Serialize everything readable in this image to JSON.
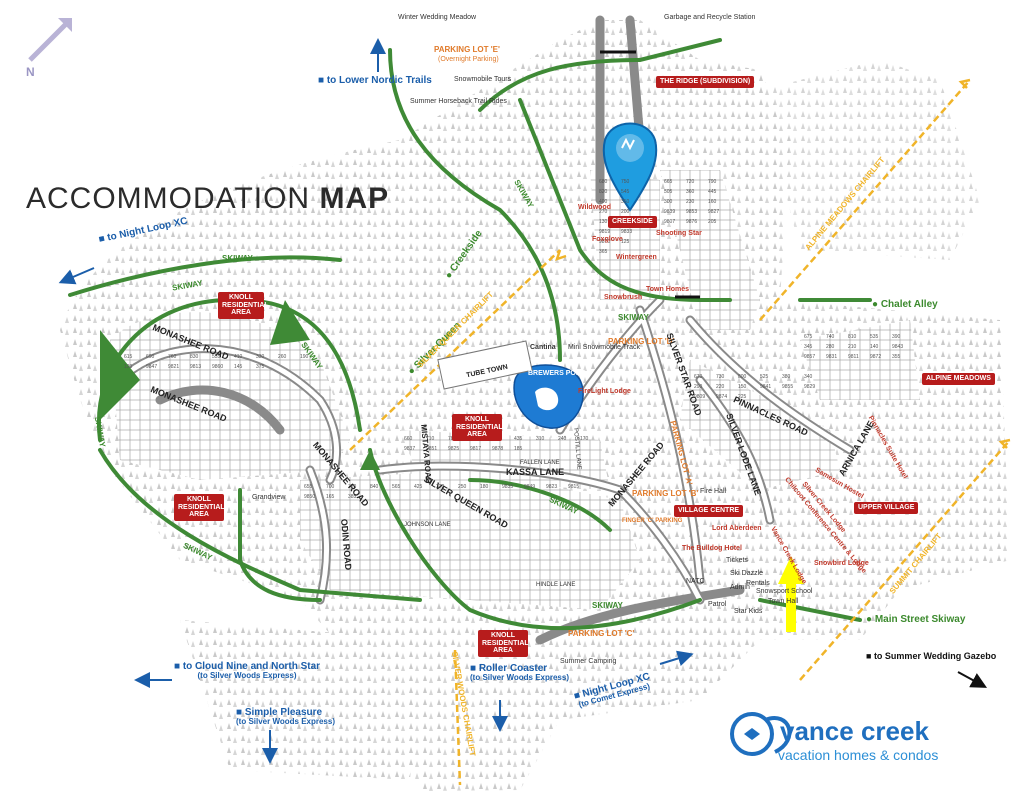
{
  "title": {
    "regular": "ACCOMMODATION",
    "bold": "MAP"
  },
  "compass": "N",
  "logo": {
    "line1": "vance creek",
    "line2": "vacation homes & condos"
  },
  "colors": {
    "skiway": "#3f8a36",
    "road": "#555555",
    "accent_red": "#b71c1c",
    "chairlift": "#f0b429",
    "blue": "#1b5eaa",
    "arrow_yellow": "#ffff00"
  },
  "subdivision_boxes": {
    "ridge": "THE RIDGE (SUBDIVISION)",
    "creekside": "CREEKSIDE",
    "alpine_meadows": "ALPINE MEADOWS",
    "village_centre": "VILLAGE CENTRE",
    "upper_village": "UPPER VILLAGE",
    "knoll_1": "KNOLL RESIDENTIAL AREA",
    "knoll_2": "KNOLL RESIDENTIAL AREA",
    "knoll_3": "KNOLL RESIDENTIAL AREA",
    "knoll_4": "KNOLL RESIDENTIAL AREA"
  },
  "parking": {
    "e": "PARKING LOT 'E'",
    "e_note": "(Overnight Parking)",
    "d": "PARKING LOT 'D'",
    "a": "PARKING LOT 'A'",
    "b": "PARKING LOT 'B'",
    "c": "PARKING LOT 'C'",
    "finger_c": "FINGER 'C' PARKING"
  },
  "skiway_labels": {
    "s1": "SKIWAY",
    "s2": "SKIWAY",
    "s3": "SKIWAY",
    "s4": "SKIWAY",
    "s5": "SKIWAY",
    "s6": "SKIWAY",
    "s7": "SKIWAY",
    "s8": "SKIWAY",
    "s9": "SKIWAY"
  },
  "trail_labels": {
    "creekside": "Creekside",
    "silver_queen": "Silver Queen",
    "chalet_alley": "Chalet Alley",
    "main_street_skiway": "Main Street Skiway"
  },
  "chairlifts": {
    "silver_queen": "SILVER QUEEN CHAIRLIFT",
    "alpine_meadows": "ALPINE MEADOWS CHAIRLIFT",
    "summit": "SUMMIT CHAIRLIFT",
    "silver_woods": "SILVER WOODS CHAIRLIFT"
  },
  "roads": {
    "monashee_1": "MONASHEE ROAD",
    "monashee_2": "MONASHEE ROAD",
    "monashee_3": "MONASHEE ROAD",
    "monashee_4": "MONASHEE ROAD",
    "silver_star": "SILVER STAR ROAD",
    "silver_lode": "SILVER LODE LANE",
    "pinnacles": "PINNACLES ROAD",
    "arnica": "ARNICA LANE",
    "kassa": "KASSA LANE",
    "silver_queen_road": "SILVER QUEEN ROAD",
    "odin": "ODIN ROAD",
    "mistaya": "MISTAYA ROAD",
    "tube_town": "TUBE TOWN",
    "brewers_pond": "BREWERS POND"
  },
  "directions": {
    "lower_nordic": "to Lower Nordic Trails",
    "night_loop": "to Night Loop XC",
    "cloud_nine": "to Cloud Nine and North Star",
    "cloud_nine_note": "(to Silver Woods Express)",
    "simple_pleasure": "Simple Pleasure",
    "simple_pleasure_note": "(to Silver Woods Express)",
    "roller_coaster": "Roller Coaster",
    "roller_coaster_note": "(to Silver Woods Express)",
    "night_loop_2": "Night Loop XC",
    "night_loop_2_note": "(to Comet Express)",
    "summer_gazebo": "to Summer Wedding Gazebo"
  },
  "places": {
    "winter_wedding": "Winter Wedding Meadow",
    "garbage": "Garbage and Recycle Station",
    "snowmobile_tours": "Snowmobile Tours",
    "horseback": "Summer Horseback Trail Rides",
    "wildwood": "Wildwood",
    "foxglove": "Foxglove",
    "shooting_star": "Shooting Star",
    "wintergreen": "Wintergreen",
    "snowbrush": "Snowbrush",
    "town_homes": "Town Homes",
    "cantina": "Cantina",
    "mini_snowmobile": "Mini Snowmobile Track",
    "firelight": "FireLight Lodge",
    "grandview": "Grandview",
    "lord_aberdeen": "Lord Aberdeen",
    "bulldog": "The Bulldog Hotel",
    "vance_creek_lodge": "Vance Creek Lodge",
    "chilcoot": "Chilcoot Conference Centre & Lodge",
    "silver_creek": "Silver Creek Lodge",
    "samesun": "Samesun Hostel",
    "pinnacles_suite": "Pinnacles Suite Hotel",
    "snowbird": "Snowbird Lodge",
    "fire_hall": "Fire Hall",
    "tickets": "Tickets",
    "ski_dazzle": "Ski Dazzle",
    "rentals": "Rentals",
    "snowsport": "Snowsport School",
    "town_hall": "Town Hall",
    "admin": "Admin",
    "natc": "NATC",
    "patrol": "Patrol",
    "star_kids": "Star Kids",
    "summer_camping": "Summer Camping",
    "johnson_lane": "JOHNSON LANE",
    "hindle_lane": "HINDLE LANE",
    "postill_lane": "POSTILL LANE",
    "fallen_lane": "FALLEN LANE"
  },
  "lot_numbers": [
    "615",
    "655",
    "660",
    "665",
    "670",
    "675",
    "680",
    "690",
    "700",
    "710",
    "720",
    "730",
    "740",
    "750",
    "760",
    "770",
    "780",
    "790",
    "800",
    "810",
    "820",
    "830",
    "840",
    "850",
    "505",
    "525",
    "535",
    "545",
    "555",
    "565",
    "575",
    "360",
    "380",
    "390",
    "400",
    "410",
    "425",
    "435",
    "445",
    "340",
    "345",
    "350",
    "330",
    "320",
    "310",
    "300",
    "290",
    "280",
    "270",
    "260",
    "250",
    "240",
    "230",
    "220",
    "210",
    "200",
    "190",
    "180",
    "170",
    "160",
    "150",
    "140",
    "130",
    "120",
    "9835",
    "9837",
    "9839",
    "9841",
    "9843",
    "9845",
    "9847",
    "9849",
    "9851",
    "9853",
    "9855",
    "9857",
    "9819",
    "9821",
    "9823",
    "9825",
    "9827",
    "9829",
    "9831",
    "9833",
    "9813",
    "9815",
    "9817",
    "9807",
    "9809",
    "9811",
    "9870",
    "9860",
    "9850",
    "9878",
    "9876",
    "9874",
    "9872",
    "125",
    "145",
    "165",
    "185",
    "205",
    "225",
    "355",
    "365",
    "375",
    "385"
  ]
}
